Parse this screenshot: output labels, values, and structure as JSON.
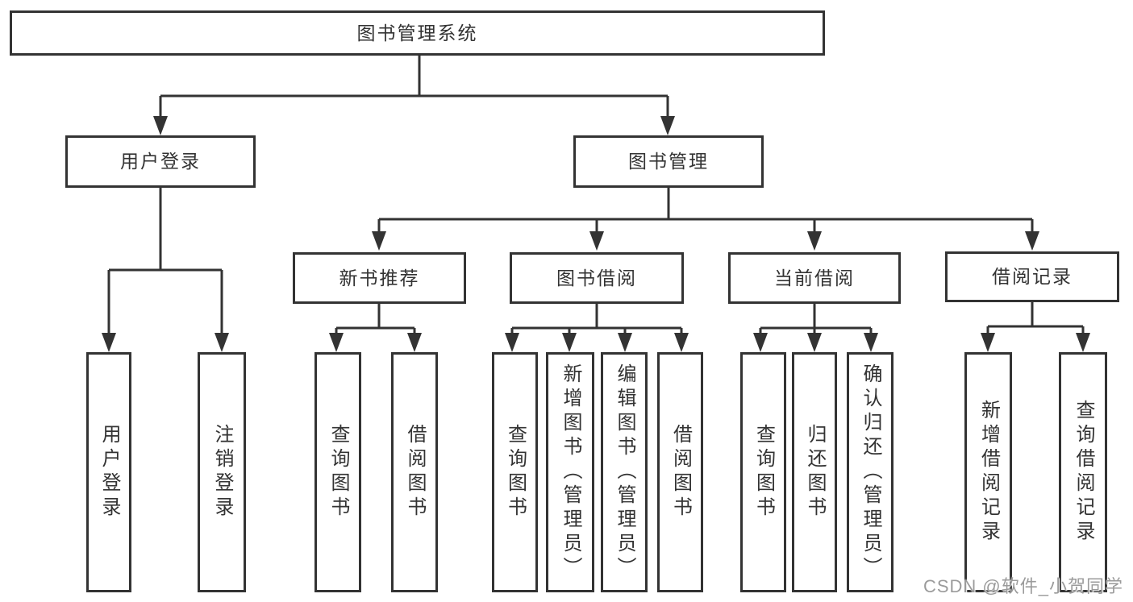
{
  "diagram_title": "图书管理系统",
  "nodes": {
    "root": "图书管理系统",
    "user_login": "用户登录",
    "book_management": "图书管理",
    "new_book_recommend": "新书推荐",
    "book_borrowing": "图书借阅",
    "current_borrowing": "当前借阅",
    "borrowing_records": "借阅记录",
    "leaf_user_login": "用户登录",
    "leaf_logout": "注销登录",
    "leaf_rec_query_book": "查询图书",
    "leaf_rec_borrow_book": "借阅图书",
    "leaf_bb_query_book": "查询图书",
    "leaf_bb_add_book_admin": "新增图书（管理员）",
    "leaf_bb_edit_book_admin": "编辑图书（管理员）",
    "leaf_bb_borrow_book": "借阅图书",
    "leaf_cb_query_book": "查询图书",
    "leaf_cb_return_book": "归还图书",
    "leaf_cb_confirm_return_admin": "确认归还（管理员）",
    "leaf_br_add_record": "新增借阅记录",
    "leaf_br_query_record": "查询借阅记录"
  },
  "hierarchy": {
    "图书管理系统": {
      "用户登录": [
        "用户登录",
        "注销登录"
      ],
      "图书管理": {
        "新书推荐": [
          "查询图书",
          "借阅图书"
        ],
        "图书借阅": [
          "查询图书",
          "新增图书（管理员）",
          "编辑图书（管理员）",
          "借阅图书"
        ],
        "当前借阅": [
          "查询图书",
          "归还图书",
          "确认归还（管理员）"
        ],
        "借阅记录": [
          "新增借阅记录",
          "查询借阅记录"
        ]
      }
    }
  },
  "watermark": "CSDN @软件_小贺同学",
  "colors": {
    "line": "#333333",
    "text": "#333333",
    "background": "#ffffff",
    "watermark": "#9b9b9b"
  }
}
